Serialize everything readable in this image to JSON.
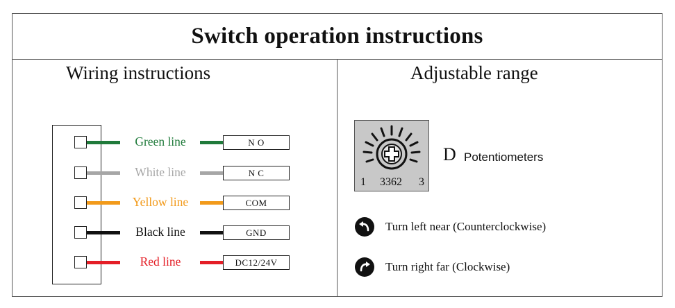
{
  "title": "Switch operation instructions",
  "wiring": {
    "title": "Wiring instructions",
    "rows": [
      {
        "label": "Green line",
        "terminal": "N O",
        "color": "#1f7a3a"
      },
      {
        "label": "White line",
        "terminal": "N C",
        "color": "#a6a6a6"
      },
      {
        "label": "Yellow line",
        "terminal": "COM",
        "color": "#f29a1a"
      },
      {
        "label": "Black line",
        "terminal": "GND",
        "color": "#111111"
      },
      {
        "label": "Red line",
        "terminal": "DC12/24V",
        "color": "#e41e26"
      }
    ]
  },
  "range": {
    "title": "Adjustable range",
    "pot": {
      "left_num": "1",
      "code": "3362",
      "right_num": "3",
      "letter": "D",
      "desc": "Potentiometers"
    },
    "turns": [
      {
        "icon": "counterclockwise-arrow-icon",
        "text": "Turn left near (Counterclockwise)"
      },
      {
        "icon": "clockwise-arrow-icon",
        "text": "Turn right far (Clockwise)"
      }
    ]
  }
}
